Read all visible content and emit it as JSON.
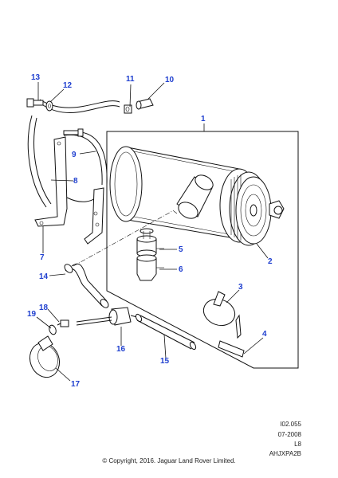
{
  "callouts": [
    {
      "id": "1",
      "label": "1"
    },
    {
      "id": "2",
      "label": "2"
    },
    {
      "id": "3",
      "label": "3"
    },
    {
      "id": "4",
      "label": "4"
    },
    {
      "id": "5",
      "label": "5"
    },
    {
      "id": "6",
      "label": "6"
    },
    {
      "id": "7",
      "label": "7"
    },
    {
      "id": "8",
      "label": "8"
    },
    {
      "id": "9",
      "label": "9"
    },
    {
      "id": "10",
      "label": "10"
    },
    {
      "id": "11",
      "label": "11"
    },
    {
      "id": "12",
      "label": "12"
    },
    {
      "id": "13",
      "label": "13"
    },
    {
      "id": "14",
      "label": "14"
    },
    {
      "id": "15",
      "label": "15"
    },
    {
      "id": "16",
      "label": "16"
    },
    {
      "id": "17",
      "label": "17"
    },
    {
      "id": "18",
      "label": "18"
    },
    {
      "id": "19",
      "label": "19"
    }
  ],
  "meta": {
    "ref": "I02.055",
    "date": "07-2008",
    "model": "L8",
    "code": "AHJXPA2B"
  },
  "copyright": "© Copyright, 2016. Jaguar Land Rover Limited.",
  "colors": {
    "callout": "#1f3fcf",
    "line": "#111111"
  }
}
